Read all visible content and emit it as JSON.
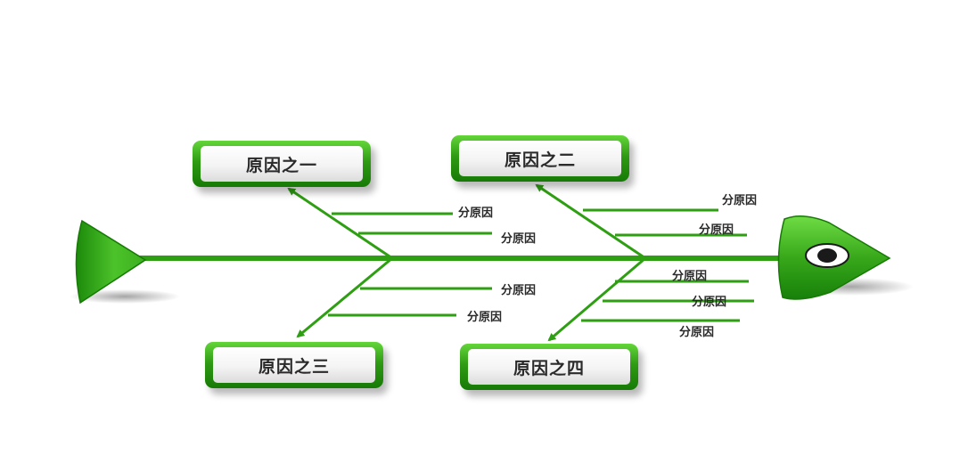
{
  "causes": [
    {
      "id": "c1",
      "label": "原因之一"
    },
    {
      "id": "c2",
      "label": "原因之二"
    },
    {
      "id": "c3",
      "label": "原因之三"
    },
    {
      "id": "c4",
      "label": "原因之四"
    }
  ],
  "sub_causes": [
    "分原因",
    "分原因",
    "分原因",
    "分原因",
    "分原因",
    "分原因",
    "分原因",
    "分原因",
    "分原因"
  ],
  "colors": {
    "primary_green": "#2e9e12",
    "dark_green": "#167a05",
    "light_green": "#63d63a",
    "box_fill": "#f4f4f4",
    "text": "#2a2a2a",
    "eye": "#1a1a1a"
  }
}
